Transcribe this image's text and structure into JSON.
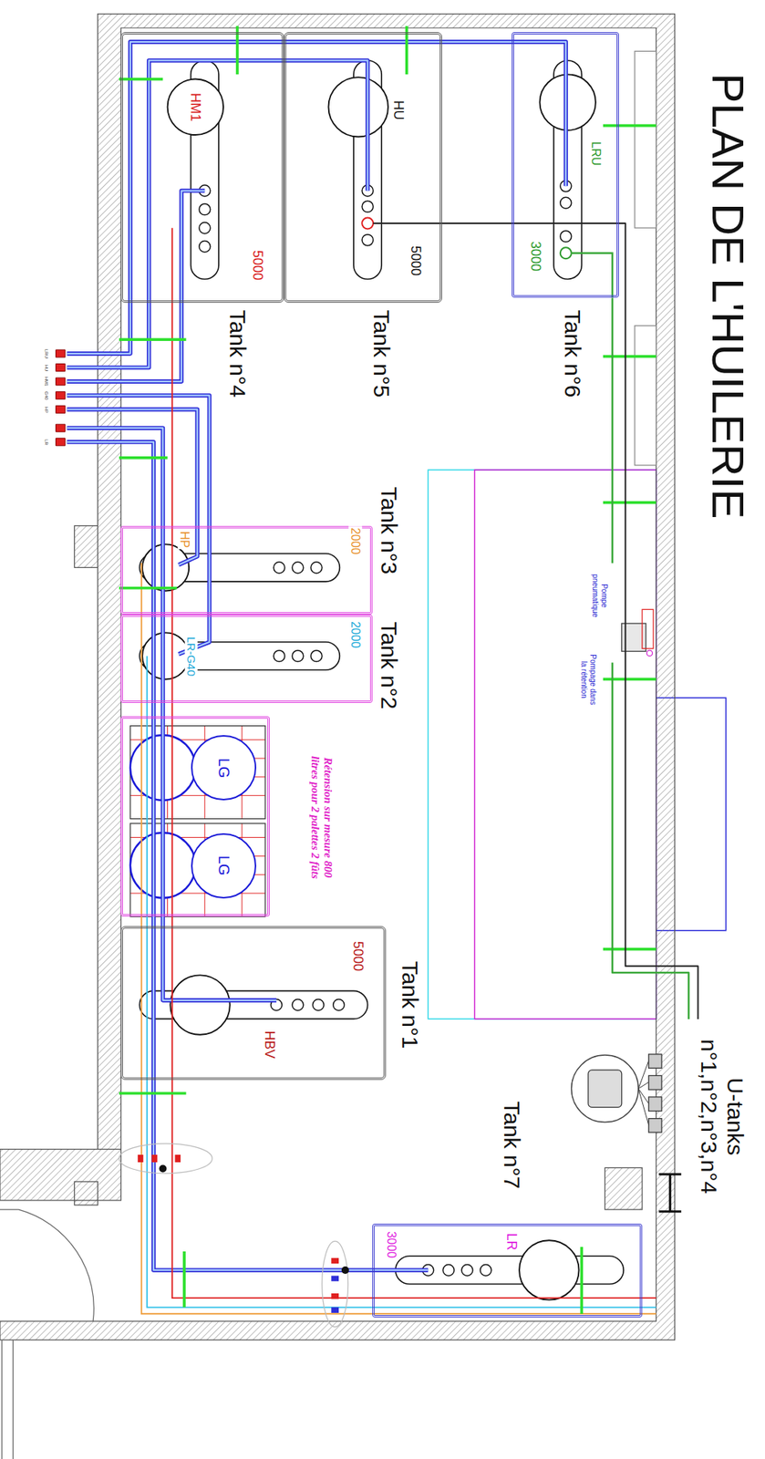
{
  "diagram": {
    "title": "PLAN DE L'HUILERIE",
    "nodes": [
      {
        "text": [
          "Tank n°6",
          "LRU",
          "3000"
        ]
      },
      {
        "text": [
          "Tank n°5",
          "HU",
          "5000"
        ]
      },
      {
        "text": [
          "Tank n°4",
          "HM1",
          "5000"
        ]
      },
      {
        "text": [
          "Tank n°3",
          "HP",
          "2000"
        ]
      },
      {
        "text": [
          "Tank n°2",
          "LR-G40",
          "2000"
        ]
      },
      {
        "text": [
          "Rétension sur mesure 800 litres pour 2 palettes 2 fûts"
        ]
      },
      {
        "text": [
          "LG"
        ],
        "in": 5
      },
      {
        "text": [
          "LG"
        ],
        "in": 5
      },
      {
        "text": [
          "Tank n°1",
          "HBV",
          "5000"
        ]
      },
      {
        "text": [
          "Pompe pneumatique"
        ]
      },
      {
        "text": [
          "U-tanks n°1,n°2,n°3,n°4"
        ]
      },
      {
        "text": [
          "Tank n°7",
          "LR",
          "3000"
        ]
      }
    ],
    "edges": [
      {
        "from": 0,
        "to": 9,
        "arrow": "none"
      },
      {
        "from": 9,
        "to": 10,
        "arrow": "none"
      },
      {
        "from": 1,
        "to": 10,
        "arrow": "none"
      }
    ],
    "labels": [
      "Pompage dans la rétention",
      "LRU",
      "HU",
      "HM1",
      "G40",
      "HP",
      "LR"
    ]
  }
}
